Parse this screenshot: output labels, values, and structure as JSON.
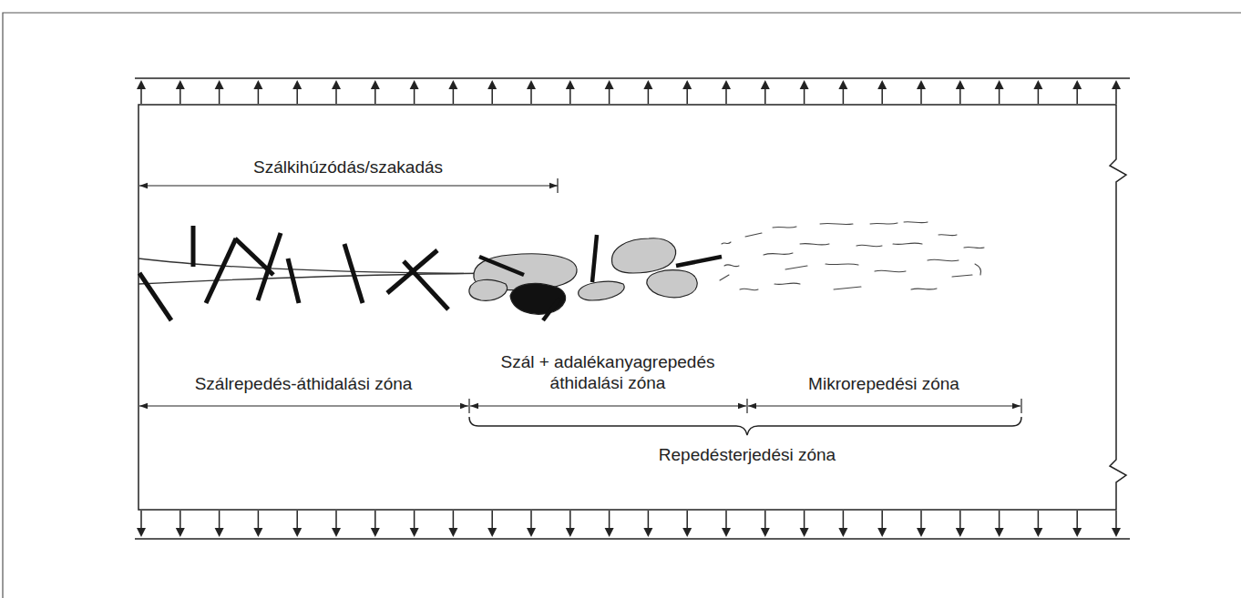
{
  "diagram": {
    "labels": [
      "Szálkihúzódás/szakadás",
      "Szálrepedés-áthidalási zóna",
      "Szál + adalékanyagrepedés áthidalási zóna",
      "Mikrorepedési zóna",
      "Repedésterjedési zóna"
    ]
  }
}
